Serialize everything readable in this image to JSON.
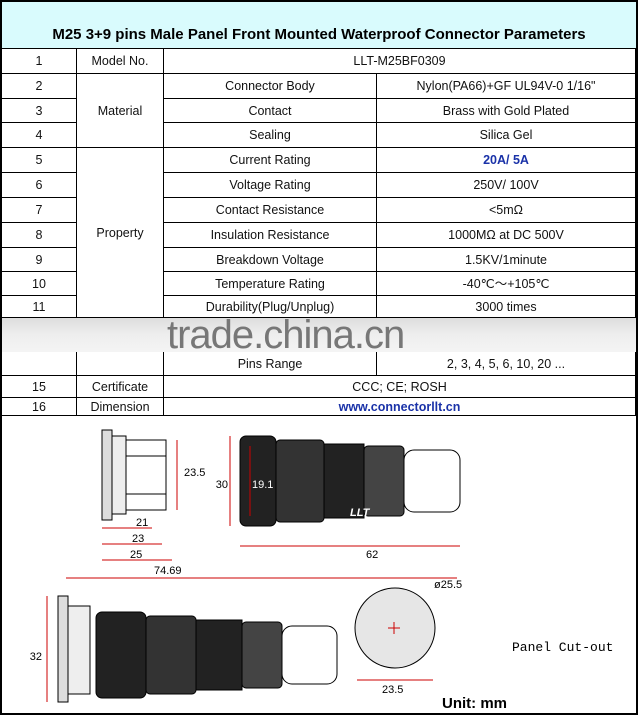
{
  "title": "M25  3+9 pins Male Panel Front Mounted Waterproof Connector Parameters",
  "rows": [
    {
      "no": "1",
      "group": "Model No.",
      "value": "LLT-M25BF0309"
    },
    {
      "no": "2",
      "param": "Connector Body",
      "value": "Nylon(PA66)+GF UL94V-0 1/16\""
    },
    {
      "no": "3",
      "group": "Material",
      "param": "Contact",
      "value": "Brass with Gold Plated"
    },
    {
      "no": "4",
      "param": "Sealing",
      "value": "Silica Gel"
    },
    {
      "no": "5",
      "param": "Current Rating",
      "value": "20A/ 5A"
    },
    {
      "no": "6",
      "param": "Voltage Rating",
      "value": "250V/ 100V"
    },
    {
      "no": "7",
      "param": "Contact Resistance",
      "value": "<5mΩ"
    },
    {
      "no": "8",
      "param": "Insulation Resistance",
      "value": "1000MΩ at DC 500V"
    },
    {
      "no": "9",
      "group": "Property",
      "param": "Breakdown Voltage",
      "value": "1.5KV/1minute"
    },
    {
      "no": "10",
      "param": "Temperature Rating",
      "value": "-40℃～+105℃"
    },
    {
      "no": "11",
      "param": "Durability(Plug/Unplug)",
      "value": "3000 times"
    },
    {
      "no": "15",
      "group": "Certificate",
      "value": "CCC; CE; ROSH"
    },
    {
      "no": "16",
      "group": "Dimension",
      "value": "www.connectorllt.cn"
    }
  ],
  "watermark": "trade.china.cn",
  "obscured_row": {
    "param": "Pins Range",
    "value": "2, 3, 4, 5, 6, 10, 20 ..."
  },
  "drawing": {
    "dims": [
      "23.5",
      "21",
      "23",
      "25",
      "30",
      "19.1",
      "62",
      "74.69",
      "32",
      "ø25.5",
      "23.5"
    ],
    "logo": "LLT",
    "panel_label": "Panel Cut-out",
    "unit_label": "Unit: mm"
  }
}
